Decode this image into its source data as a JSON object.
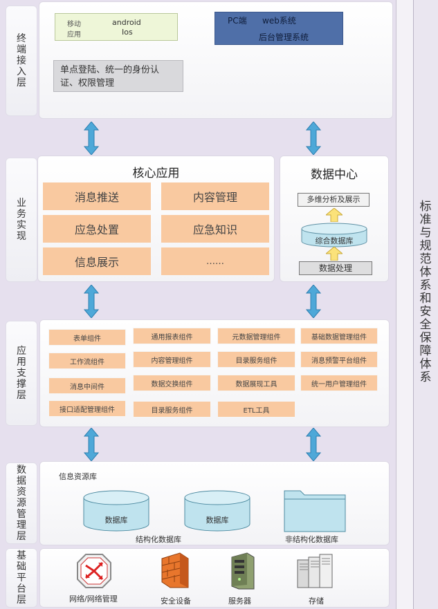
{
  "layers": {
    "terminal": "终端接入层",
    "business": "业务实现",
    "support": "应用支撑层",
    "data": "数据资源管理层",
    "base": "基础平台层"
  },
  "side_title": "标准与规范体系和安全保障体系",
  "terminal": {
    "mobile_label": "移动",
    "app_label": "应用",
    "android": "android",
    "ios": "Ios",
    "pc_end": "PC端",
    "web_system": "web系统",
    "admin_system": "后台管理系统",
    "sso": "单点登陆、统一的身份认证、权限管理"
  },
  "business": {
    "core_title": "核心应用",
    "core_items": [
      "消息推送",
      "内容管理",
      "应急处置",
      "应急知识",
      "信息展示",
      "……"
    ],
    "datacenter_title": "数据中心",
    "multi_analysis": "多维分析及展示",
    "integrated_db": "综合数据库",
    "data_processing": "数据处理"
  },
  "support": {
    "components": [
      [
        "表单组件",
        "通用报表组件",
        "元数据管理组件",
        "基础数据管理组件"
      ],
      [
        "工作流组件",
        "内容管理组件",
        "目录服务组件",
        "消息预警平台组件"
      ],
      [
        "消息中间件",
        "数据交换组件",
        "数据展现工具",
        "统一用户管理组件"
      ],
      [
        "接口适配管理组件",
        "目录服务组件",
        "ETL工具"
      ]
    ]
  },
  "data_layer": {
    "info_lib": "信息资源库",
    "db1": "数据库",
    "db2": "数据库",
    "structured": "结构化数据库",
    "unstructured": "非结构化数据库"
  },
  "base_layer": {
    "items": [
      "网络/网络管理",
      "安全设备",
      "服务器",
      "存储"
    ]
  },
  "colors": {
    "orange": "#f9c9a0",
    "pc_box": "#4f6fa8",
    "mobile_box": "#eef6d8",
    "arrow": "#4ea8d8",
    "cylinder": "#bfe3ee",
    "up_arrow": "#fbe27a"
  }
}
